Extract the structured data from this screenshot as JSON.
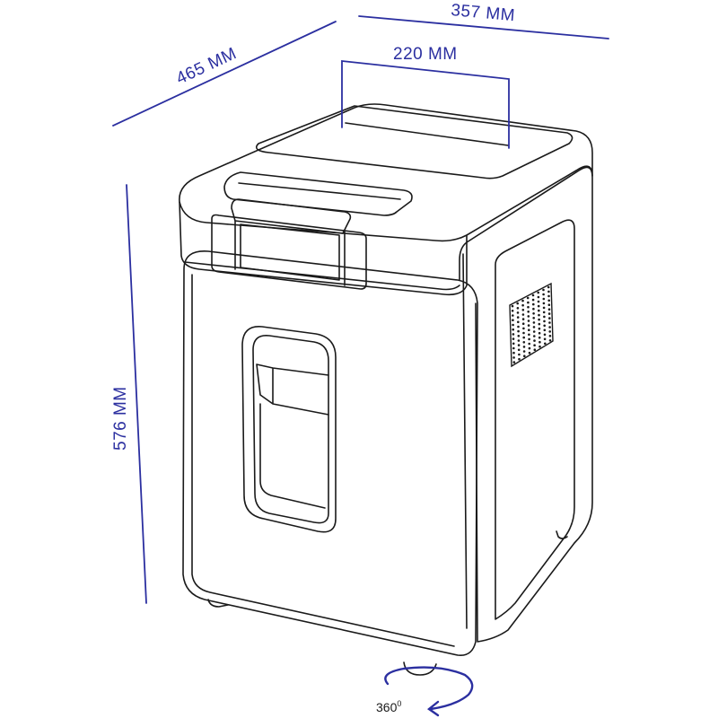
{
  "dimensions": {
    "depth": "465 MM",
    "width": "357 MM",
    "opening": "220 MM",
    "height": "576 MM",
    "rotation": "360",
    "rotation_unit": "0"
  },
  "colors": {
    "accent": "#2b2fa0",
    "outline": "#1a1a1a",
    "background": "#ffffff"
  }
}
